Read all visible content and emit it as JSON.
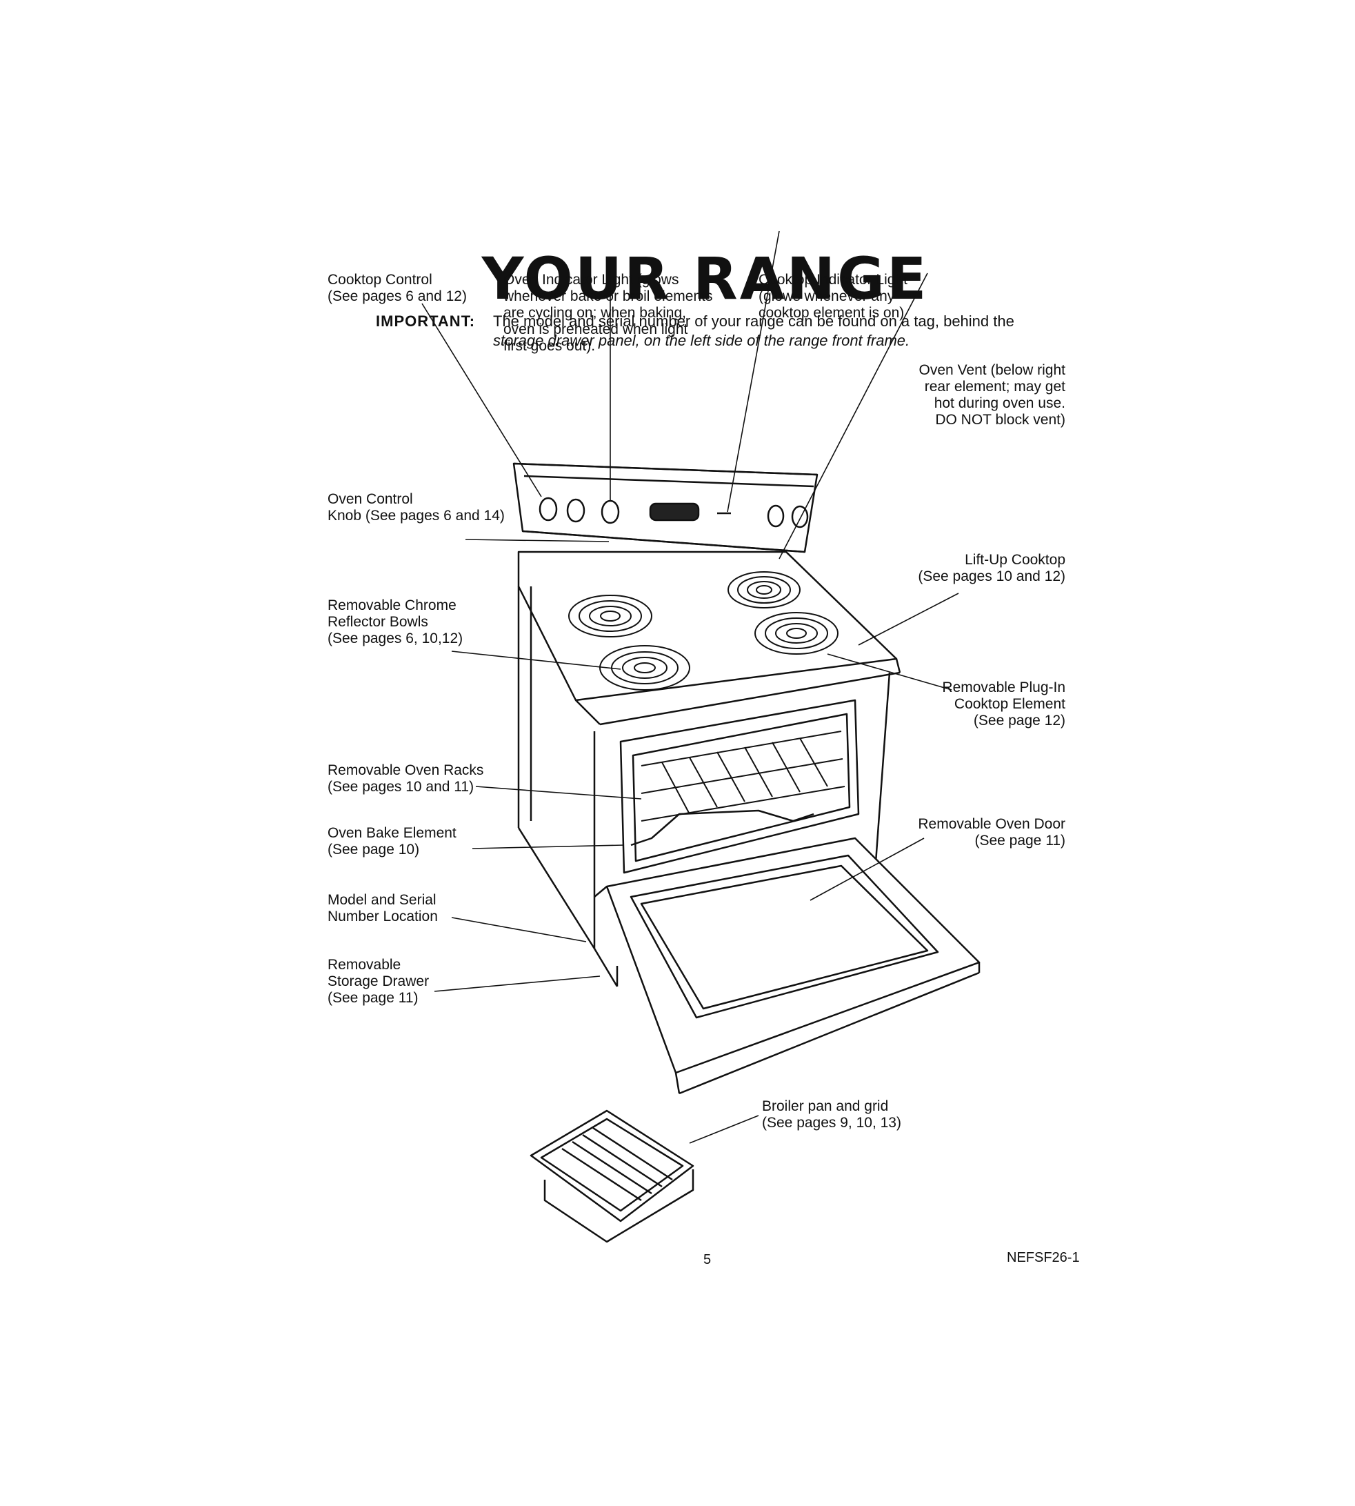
{
  "page": {
    "title": "YOUR RANGE",
    "important_label": "IMPORTANT:",
    "important_line1": "The model and serial number of your range can be found on a tag, behind the",
    "important_line2": "storage drawer panel, on the left side of the range front frame.",
    "page_number": "5",
    "document_code": "NEFSF26-1"
  },
  "labels": {
    "cooktop_control": "Cooktop Control\n(See pages 6 and 12)",
    "oven_indicator_light": "Oven Indicator Light (glows\nwhenever bake or broil elements\nare cycling on; when baking,\noven is preheated when light\nfirst goes out).",
    "cooktop_indicator_light": "Cooktop Indicator Light\n(glows whenever any\ncooktop element is on)",
    "oven_vent": "Oven Vent (below right\nrear element; may get\nhot during oven use.\nDO NOT block vent)",
    "oven_control_knob": "Oven Control\nKnob (See pages 6 and 14)",
    "lift_up_cooktop": "Lift-Up Cooktop\n(See pages 10 and 12)",
    "reflector_bowls": "Removable Chrome\nReflector Bowls\n(See pages 6, 10,12)",
    "plug_in_element": "Removable Plug-In\nCooktop Element\n(See page 12)",
    "oven_racks": "Removable Oven Racks\n(See pages 10 and 11)",
    "oven_bake_element": "Oven Bake Element\n(See page 10)",
    "oven_door": "Removable Oven Door\n(See page 11)",
    "model_serial_location": "Model and Serial\nNumber Location",
    "storage_drawer": "Removable\nStorage Drawer\n(See page 11)",
    "broiler_pan": "Broiler pan and grid\n(See pages 9, 10, 13)"
  }
}
